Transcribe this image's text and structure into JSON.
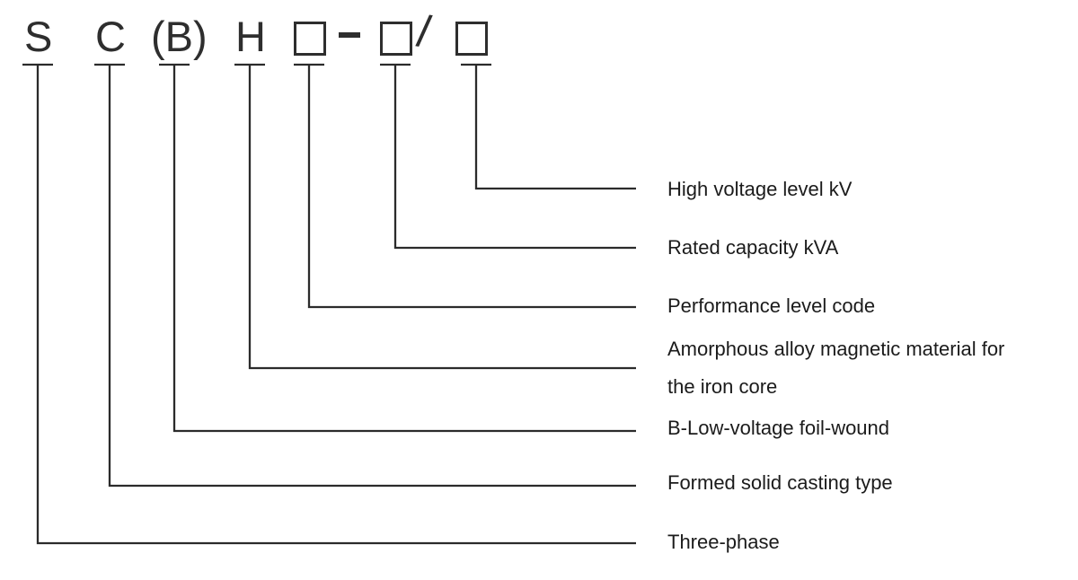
{
  "colors": {
    "background": "#ffffff",
    "line": "#2b2b2b",
    "code_text": "#2e2e2e",
    "label_text": "#1b1b1b"
  },
  "code": {
    "full_designation": "S C (B) H □ - □ / □",
    "symbols": [
      "S",
      "C",
      "(B)",
      "H"
    ],
    "placeholder": "□",
    "dash": "-",
    "slash": "/"
  },
  "labels": [
    {
      "name": "high-voltage",
      "lines": [
        "High voltage level kV"
      ]
    },
    {
      "name": "rated-capacity",
      "lines": [
        "Rated capacity kVA"
      ]
    },
    {
      "name": "performance-level",
      "lines": [
        "Performance level code"
      ]
    },
    {
      "name": "amorphous-core",
      "lines": [
        "Amorphous alloy magnetic material for",
        "the iron core"
      ]
    },
    {
      "name": "foil-wound",
      "lines": [
        "B-Low-voltage foil-wound"
      ]
    },
    {
      "name": "casting-type",
      "lines": [
        "Formed solid casting type"
      ]
    },
    {
      "name": "three-phase",
      "lines": [
        "Three-phase"
      ]
    }
  ]
}
